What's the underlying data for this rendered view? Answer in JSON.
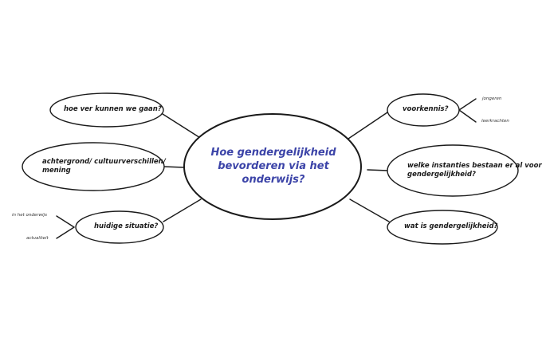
{
  "center": {
    "line1": "Hoe gendergelijkheid",
    "line2": "bevorderen via het",
    "line3": "onderwijs?"
  },
  "nodes": {
    "hoe_ver": "hoe ver kunnen we gaan?",
    "achtergrond_line1": "achtergrond/ cultuurverschillen/",
    "achtergrond_line2": "mening",
    "huidige_situatie": "huidige situatie?",
    "voorkennis": "voorkennis?",
    "instanties_line1": "welke instanties bestaan er al voor",
    "instanties_line2": "gendergelijkheid?",
    "wat_is": "wat is gendergelijkheid?"
  },
  "leaves": {
    "jongeren": "jongeren",
    "leerkrachten": "leerkrachten",
    "in_het_onderwijs": "in het onderwijs",
    "actualiteit": "actualiteit"
  },
  "colors": {
    "center_text": "#3c44a8",
    "stroke": "#1a1a1a"
  }
}
